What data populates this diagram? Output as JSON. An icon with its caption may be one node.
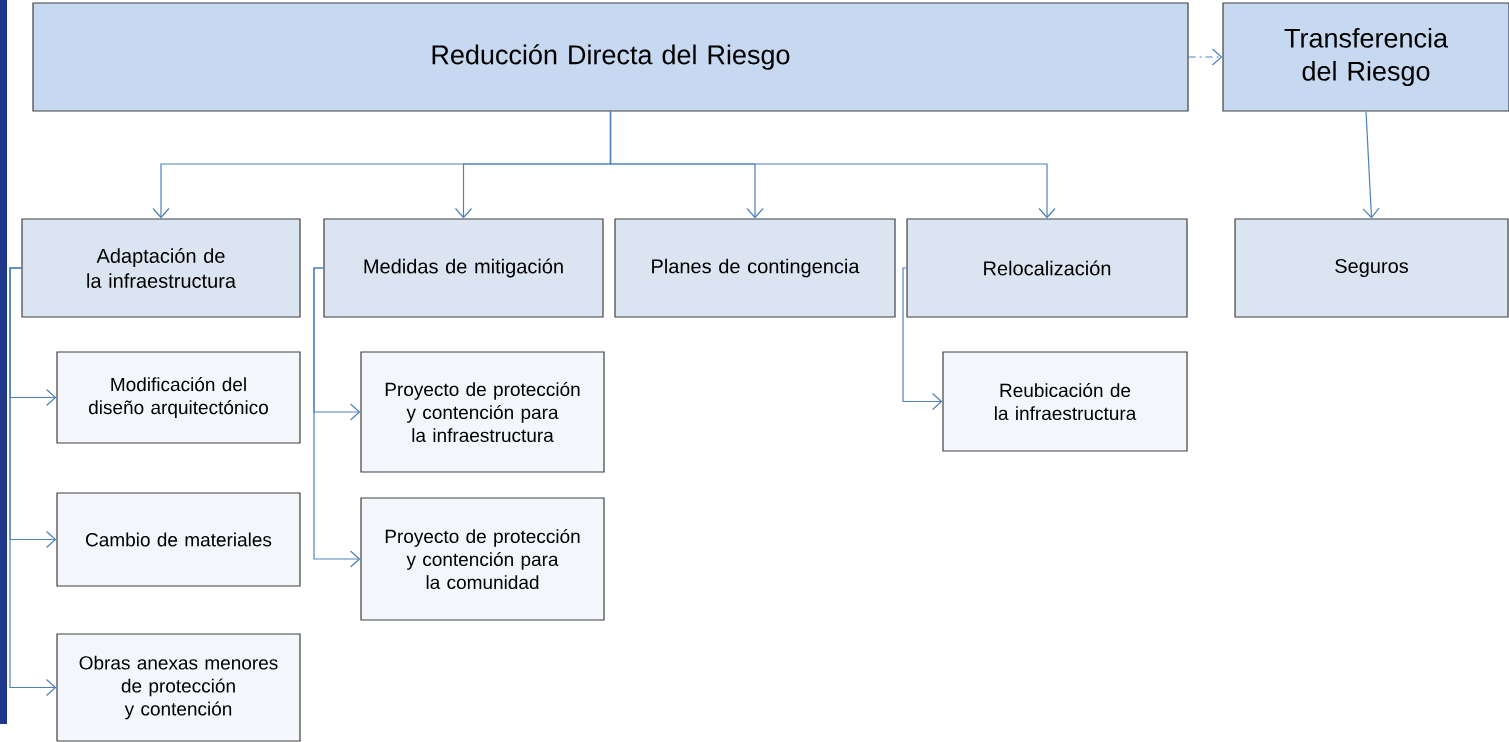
{
  "diagram": {
    "nodes": [
      {
        "text": [
          "Reducción Directa del Riesgo"
        ]
      },
      {
        "text": [
          "Transferencia del Riesgo"
        ]
      },
      {
        "text": [
          "Adaptación de la infraestructura"
        ]
      },
      {
        "text": [
          "Medidas de mitigación"
        ]
      },
      {
        "text": [
          "Planes de contingencia"
        ]
      },
      {
        "text": [
          "Relocalización"
        ]
      },
      {
        "text": [
          "Seguros"
        ]
      },
      {
        "text": [
          "Modificación del diseño arquitectónico"
        ]
      },
      {
        "text": [
          "Cambio de materiales"
        ]
      },
      {
        "text": [
          "Obras anexas menores de protección y contención"
        ]
      },
      {
        "text": [
          "Proyecto de protección y contención para la infraestructura"
        ]
      },
      {
        "text": [
          "Proyecto de protección y contención para la comunidad"
        ]
      },
      {
        "text": [
          "Reubicación de la infraestructura"
        ]
      }
    ],
    "edges": [
      {
        "from": 0,
        "to": 1,
        "arrow": "to",
        "style": "dashed"
      },
      {
        "from": 0,
        "to": 2,
        "arrow": "to"
      },
      {
        "from": 0,
        "to": 3,
        "arrow": "to"
      },
      {
        "from": 0,
        "to": 4,
        "arrow": "to"
      },
      {
        "from": 0,
        "to": 5,
        "arrow": "to"
      },
      {
        "from": 1,
        "to": 6,
        "arrow": "to"
      },
      {
        "from": 2,
        "to": 7,
        "arrow": "to"
      },
      {
        "from": 2,
        "to": 8,
        "arrow": "to"
      },
      {
        "from": 2,
        "to": 9,
        "arrow": "to"
      },
      {
        "from": 3,
        "to": 10,
        "arrow": "to"
      },
      {
        "from": 3,
        "to": 11,
        "arrow": "to"
      },
      {
        "from": 5,
        "to": 12,
        "arrow": "to"
      }
    ]
  }
}
